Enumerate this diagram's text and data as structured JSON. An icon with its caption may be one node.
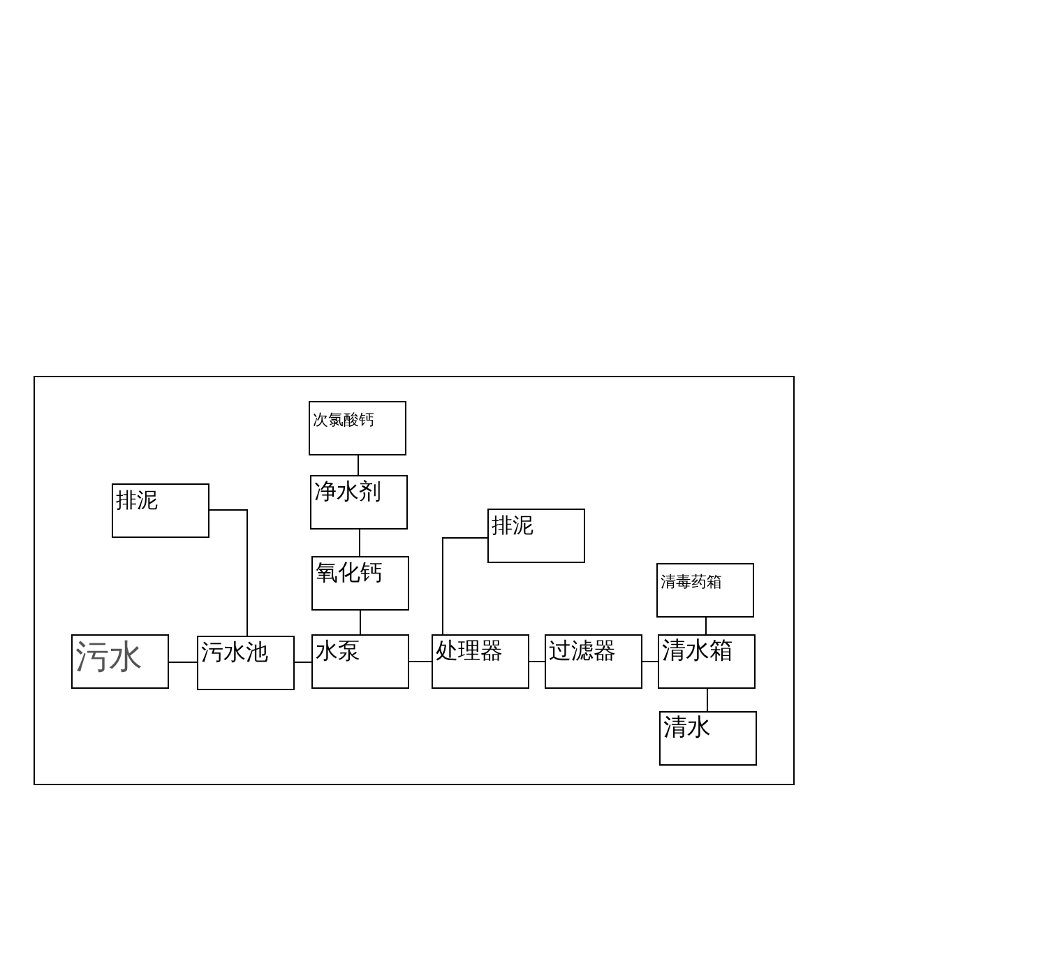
{
  "diagram": {
    "nodes": [
      {
        "text": [],
        "shape": "box"
      },
      {
        "text": [
          "次氯酸钙"
        ],
        "in": 0
      },
      {
        "text": [
          "排泥"
        ],
        "in": 0
      },
      {
        "text": [
          "净水剂"
        ],
        "in": 0
      },
      {
        "text": [
          "排泥"
        ],
        "in": 0
      },
      {
        "text": [
          "氧化钙"
        ],
        "in": 0
      },
      {
        "text": [
          "清毒药箱"
        ],
        "in": 0
      },
      {
        "text": [
          "污水"
        ],
        "in": 0
      },
      {
        "text": [
          "污水池"
        ],
        "in": 0
      },
      {
        "text": [
          "水泵"
        ],
        "in": 0
      },
      {
        "text": [
          "处理器"
        ],
        "in": 0
      },
      {
        "text": [
          "过滤器"
        ],
        "in": 0
      },
      {
        "text": [
          "清水箱"
        ],
        "in": 0
      },
      {
        "text": [
          "清水"
        ],
        "in": 0
      }
    ],
    "edges": [
      {
        "from": 7,
        "to": 8,
        "arrow": "none"
      },
      {
        "from": 8,
        "to": 9,
        "arrow": "none"
      },
      {
        "from": 9,
        "to": 10,
        "arrow": "none"
      },
      {
        "from": 10,
        "to": 11,
        "arrow": "none"
      },
      {
        "from": 11,
        "to": 12,
        "arrow": "none"
      },
      {
        "from": 1,
        "to": 3,
        "arrow": "none"
      },
      {
        "from": 3,
        "to": 5,
        "arrow": "none"
      },
      {
        "from": 5,
        "to": 9,
        "arrow": "none"
      },
      {
        "from": 2,
        "to": 8,
        "arrow": "none"
      },
      {
        "from": 4,
        "to": 10,
        "arrow": "none"
      },
      {
        "from": 6,
        "to": 12,
        "arrow": "none"
      },
      {
        "from": 12,
        "to": 13,
        "arrow": "none"
      }
    ]
  }
}
